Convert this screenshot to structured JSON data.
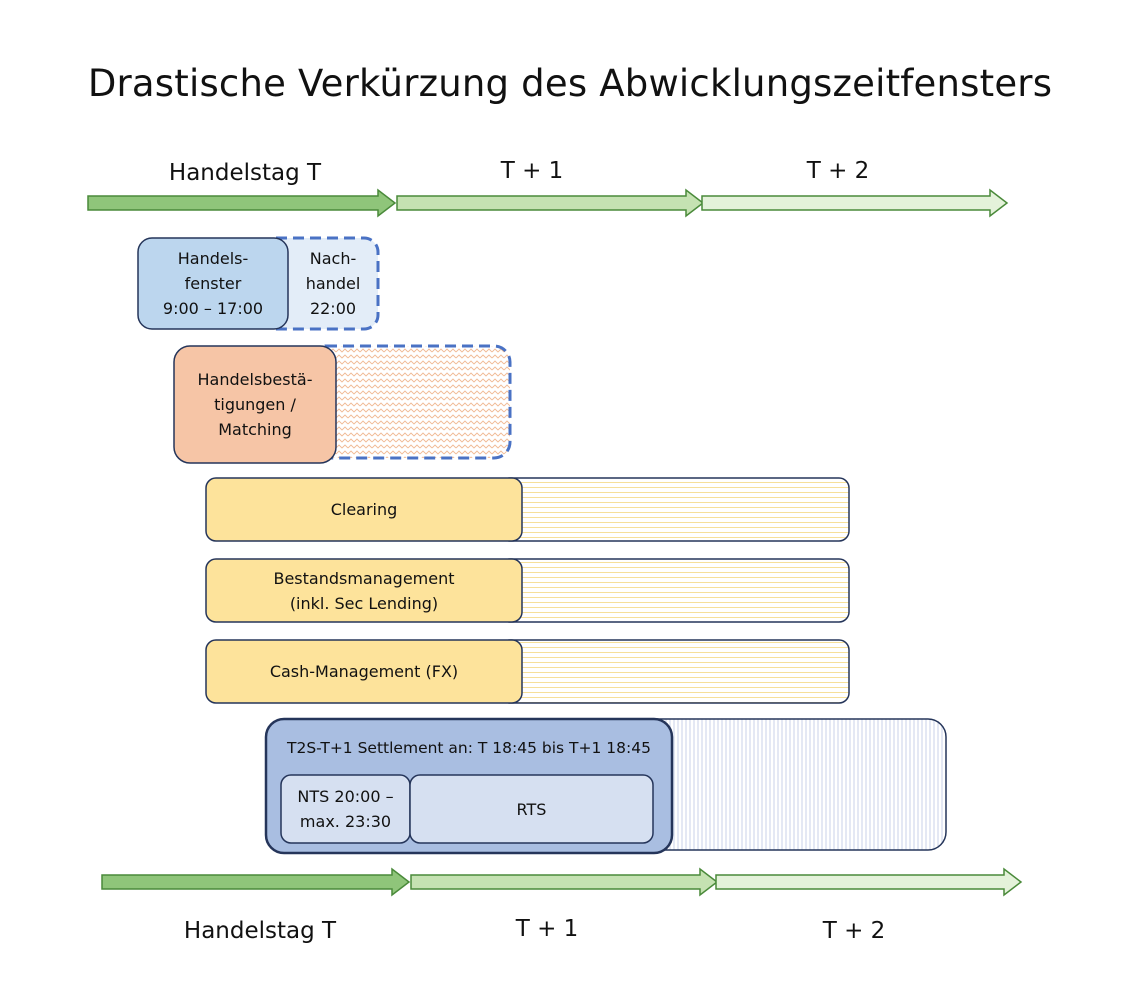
{
  "title": "Drastische Verkürzung des Abwicklungszeitfensters",
  "timeline_top": {
    "day_t": "Handelstag T",
    "day_t1": "T + 1",
    "day_t2": "T + 2"
  },
  "timeline_bottom": {
    "day_t": "Handelstag T",
    "day_t1": "T + 1",
    "day_t2": "T + 2"
  },
  "handelsfenster": {
    "lines": [
      "Handels-",
      "fenster",
      "9:00 – 17:00"
    ]
  },
  "nachhandel": {
    "lines": [
      "Nach-",
      "handel",
      "22:00"
    ]
  },
  "bestaetigungen": {
    "lines": [
      "Handelsbestä-",
      "tigungen /",
      "Matching"
    ]
  },
  "clearing": {
    "label": "Clearing"
  },
  "bestand": {
    "lines": [
      "Bestandsmanagement",
      "(inkl. Sec Lending)"
    ]
  },
  "cash": {
    "label": "Cash-Management (FX)"
  },
  "t2s": {
    "header": "T2S-T+1 Settlement an: T 18:45 bis T+1 18:45",
    "nts": [
      "NTS 20:00 –",
      "max. 23:30"
    ],
    "rts": "RTS"
  },
  "colors": {
    "arrow_dark": "#8fc57a",
    "arrow_mid": "#c5e2b2",
    "arrow_light": "#e4f2da",
    "arrow_stroke": "#4a8a3a",
    "blue_box": "#bcd6ee",
    "blue_light": "#e3edf8",
    "orange_box": "#f6c5a6",
    "yellow_box": "#fde39b",
    "t2s_box": "#a9bee1",
    "inner_box": "#d6e0f1",
    "outline": "#25355a",
    "dash": "#4a72c4"
  }
}
